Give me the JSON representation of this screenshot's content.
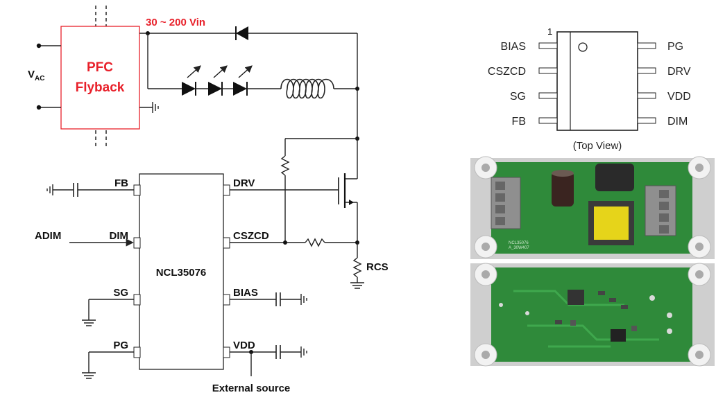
{
  "schematic": {
    "pfc_title_line1": "PFC",
    "pfc_title_line2": "Flyback",
    "vin_label": "30 ~ 200 Vin",
    "vac_label_main": "V",
    "vac_label_sub": "AC",
    "ic_name": "NCL35076",
    "left_pins": [
      "FB",
      "DIM",
      "SG",
      "PG"
    ],
    "right_pins": [
      "DRV",
      "CSZCD",
      "BIAS",
      "VDD"
    ],
    "adim_label": "ADIM",
    "rcs_label": "RCS",
    "external_label": "External source"
  },
  "package": {
    "pin1_marker": "1",
    "left_pins": [
      "BIAS",
      "CSZCD",
      "SG",
      "FB"
    ],
    "right_pins": [
      "PG",
      "DRV",
      "VDD",
      "DIM"
    ],
    "view_label": "(Top View)"
  },
  "photos": {
    "board_text_1": "NCL35076",
    "board_text_2": "A_30W407"
  },
  "colors": {
    "accent_red": "#e8202a",
    "pcb_green": "#2f8a3a",
    "pcb_dark": "#1f6b2a"
  }
}
